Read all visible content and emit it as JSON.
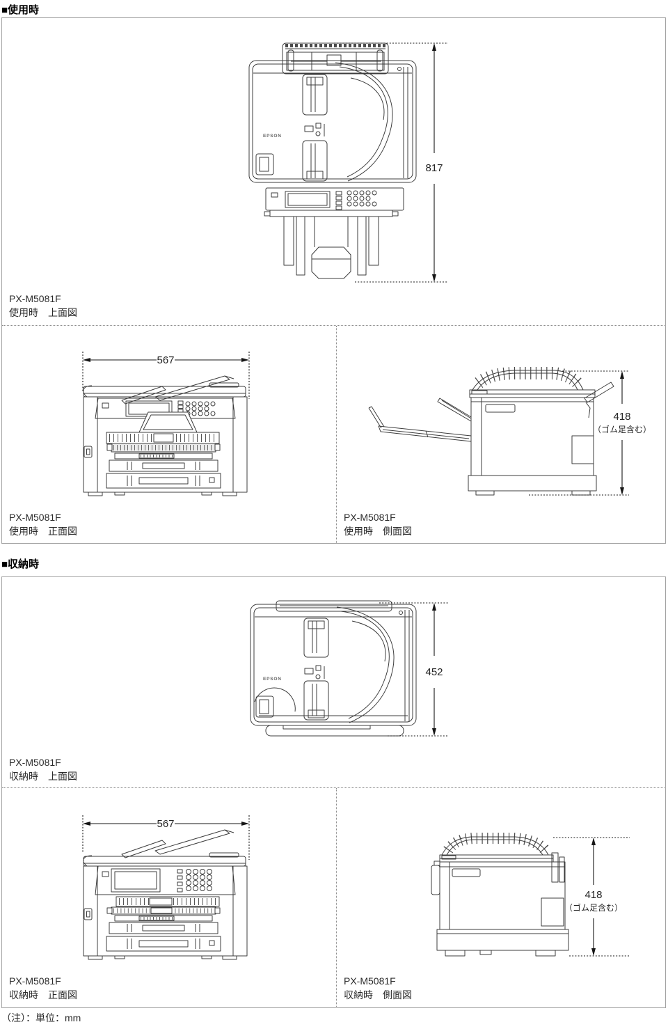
{
  "note": "（注）：単位：mm",
  "drawing": {
    "logo": "EPSON"
  },
  "sections": [
    {
      "heading": "■使用時",
      "top": {
        "model": "PX-M5081F",
        "caption": "使用時　上面図",
        "dim": "817"
      },
      "front": {
        "model": "PX-M5081F",
        "caption": "使用時　正面図",
        "dim": "567"
      },
      "side": {
        "model": "PX-M5081F",
        "caption": "使用時　側面図",
        "dim": "418",
        "dim_note": "（ゴム足含む）"
      }
    },
    {
      "heading": "■収納時",
      "top": {
        "model": "PX-M5081F",
        "caption": "収納時　上面図",
        "dim": "452"
      },
      "front": {
        "model": "PX-M5081F",
        "caption": "収納時　正面図",
        "dim": "567"
      },
      "side": {
        "model": "PX-M5081F",
        "caption": "収納時　側面図",
        "dim": "418",
        "dim_note": "（ゴム足含む）"
      }
    }
  ]
}
